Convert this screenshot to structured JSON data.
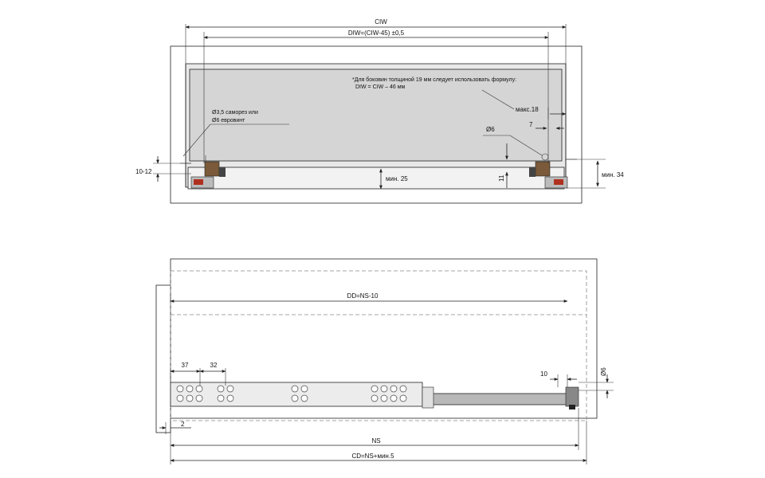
{
  "labels": {
    "ciw": "CIW",
    "diw": "DIW=(CIW-45) ±0,5",
    "note_line1": "*Для боковин толщиной 19 мм следует использовать формулу:",
    "note_line2": "DIW = CIW – 46 мм",
    "max18": "макс.18",
    "screw_line1": "Ø3,5 саморез или",
    "screw_line2": "Ø6 евровинт",
    "d6_top": "Ø6",
    "seven": "7",
    "ten_twelve": "10-12",
    "min25": "мин. 25",
    "eleven": "11",
    "min34": "мин. 34",
    "dd": "DD=NS-10",
    "d37": "37",
    "d32": "32",
    "d10": "10",
    "d6_bottom": "Ø6",
    "d2": "2",
    "ns": "NS",
    "cd": "CD=NS+мин.5"
  },
  "colors": {
    "cabinet_fill": "#d9d9d9",
    "drawer_fill": "#cfcfcf",
    "runner_fill": "#b8b8b8",
    "bracket_red": "#b03020",
    "bracket_brown": "#7a5a3a"
  }
}
